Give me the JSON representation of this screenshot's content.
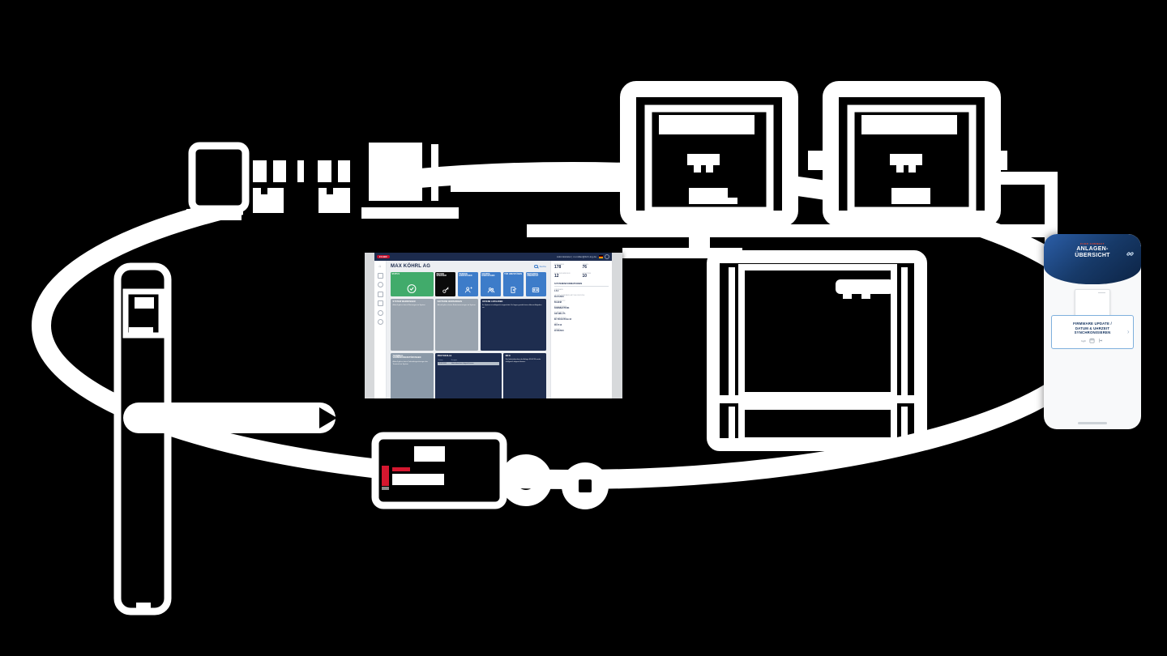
{
  "colors": {
    "line": "#ffffff",
    "navy": "#1e2d4f",
    "accent_red": "#c8102e",
    "tile_blue": "#3d7cc9",
    "tile_green": "#41ab6b"
  },
  "dashboard": {
    "brand": "FUHR",
    "topbar_user": "Administrator  |  m.müller@fuhr-ing.de",
    "title": "MAX KÖHRL AG",
    "search_label": "Suche",
    "tiles": [
      {
        "label": "STATUS",
        "color": "#41ab6b"
      },
      {
        "label": "MEDIEN SPERREN!",
        "color": "#0b0b0b"
      },
      {
        "label": "PERSON HINZUFÜGEN",
        "color": "#3d7cc9"
      },
      {
        "label": "GRUPPE HINZUFÜGEN",
        "color": "#3d7cc9"
      },
      {
        "label": "TÜR HINZUFÜGEN",
        "color": "#3d7cc9"
      },
      {
        "label": "PERSONEN ÜBERSICHT",
        "color": "#3d7cc9"
      }
    ],
    "cards": [
      {
        "title": "SYSTEM WARNUNGEN",
        "body": "Aktuell gibt es keine Warnungen im System.",
        "color": "#99a3ae"
      },
      {
        "title": "BATTERIE WARNUNGEN",
        "body": "Aktuell gibt es keine Batteriewarnungen im System.",
        "color": "#99a3ae"
      },
      {
        "title": "OFFENE AUFGABEN",
        "body": "Ihr System ist erfolgreich eingerichtet. Es liegen gerade keine offenen Aufgaben an.",
        "color": "#1e2d4f"
      },
      {
        "title": "TERMINAL VERBINDUNGSSTÖRUNGEN",
        "body": "Aktuell gibt es keine Verbindungsstörungen der Terminals im System.",
        "color": "#8b99a8"
      },
      {
        "title": "PROTOKOLLE",
        "color": "#1e2d4f",
        "table": {
          "headers": [
            "Datum",
            "Ereignis"
          ],
          "rows": [
            [
              "22.08.2024",
              "Inbetriebnahme abgeschlossen"
            ]
          ]
        }
      },
      {
        "title": "INFO",
        "body": "Die Inbetriebnahme der Anlage B1-ECM wurde erfolgreich abgeschlossen.",
        "color": "#1e2d4f"
      }
    ],
    "stats": [
      {
        "label": "PERSONEN",
        "value": "178"
      },
      {
        "label": "TÜREN",
        "value": "76"
      },
      {
        "label": "SCHLIESSMEDIEN",
        "value": "12"
      },
      {
        "label": "GRUPPEN",
        "value": "10"
      }
    ],
    "sysinfo": {
      "title": "SYSTEMINFORMATIONEN",
      "fields": [
        {
          "label": "FIRMWARE",
          "value": "1.5.0"
        },
        {
          "label": "LETZTE FIRMWARE AKTUALISIERUNG",
          "value": "30.07.2024"
        },
        {
          "label": "ANLAGENTYP",
          "value": "B1-ECM"
        },
        {
          "label": "ANLAGENNAME",
          "value": "KONNBACT1584"
        },
        {
          "label": "IP-ADRESSE",
          "value": "192.168.1.75"
        },
        {
          "label": "MAC-ADRESSE",
          "value": "8C:7D:C9:7D:9A:1F"
        },
        {
          "label": "UHR",
          "value": "08:47:13"
        },
        {
          "label": "DATUM",
          "value": "22.08.2024"
        }
      ]
    }
  },
  "phone": {
    "brand": "FUHR CONNECT",
    "title_line1": "ANLAGEN-",
    "title_line2": "ÜBERSICHT",
    "action_card": {
      "title_line1": "FIRMWARE UPDATE /",
      "title_line2": "DATUM & UHRZEIT",
      "title_line3": "SYNCHRONISIEREN",
      "meta": "kg/t",
      "chevron": "›"
    }
  }
}
